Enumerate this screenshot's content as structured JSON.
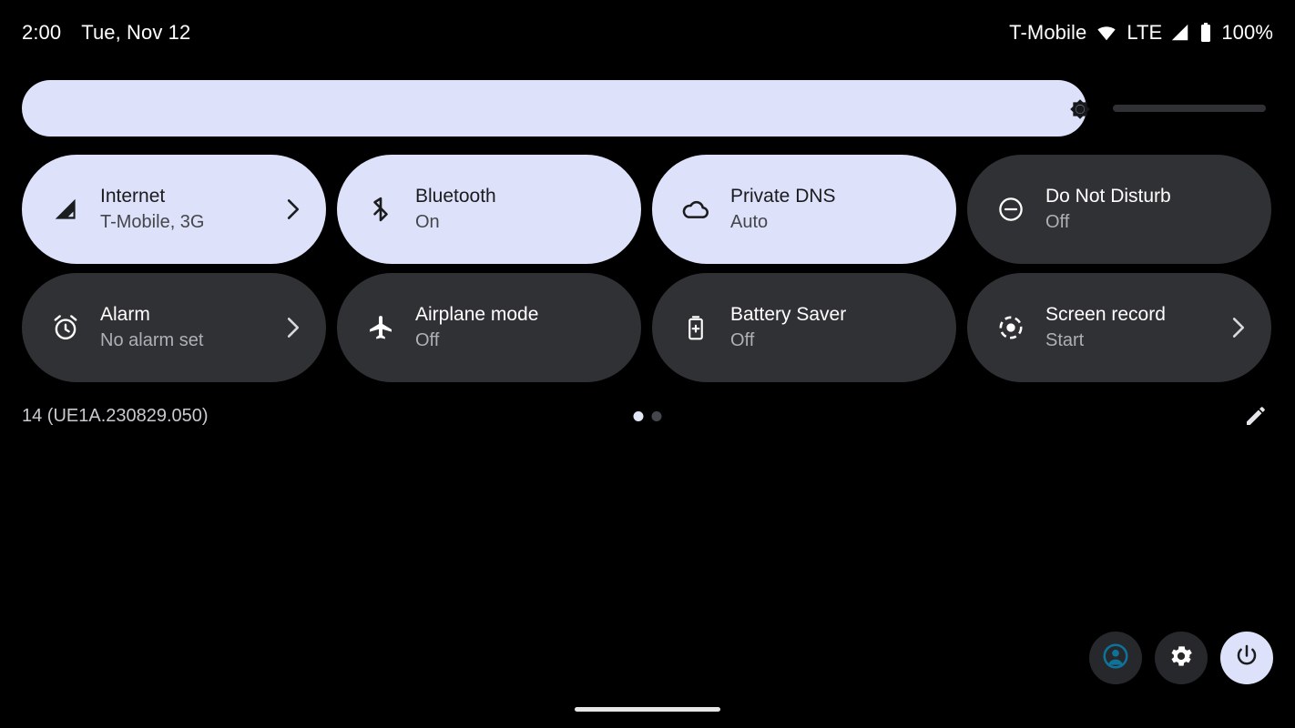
{
  "status_bar": {
    "time": "2:00",
    "date": "Tue, Nov 12",
    "carrier": "T-Mobile",
    "wifi_icon": "wifi-icon",
    "network_type": "LTE",
    "signal_icon": "cellular-signal-icon",
    "battery_icon": "battery-full-icon",
    "battery_level": "100%"
  },
  "brightness": {
    "name": "brightness-slider",
    "icon": "brightness-sun-icon",
    "value_percent": 85
  },
  "tiles": [
    {
      "name": "tile-internet",
      "icon": "cellular-signal-icon",
      "title": "Internet",
      "subtitle": "T-Mobile, 3G",
      "state": "active",
      "chevron": true
    },
    {
      "name": "tile-bluetooth",
      "icon": "bluetooth-icon",
      "title": "Bluetooth",
      "subtitle": "On",
      "state": "active",
      "chevron": false
    },
    {
      "name": "tile-private-dns",
      "icon": "cloud-icon",
      "title": "Private DNS",
      "subtitle": "Auto",
      "state": "active",
      "chevron": false
    },
    {
      "name": "tile-do-not-disturb",
      "icon": "do-not-disturb-icon",
      "title": "Do Not Disturb",
      "subtitle": "Off",
      "state": "inactive",
      "chevron": false
    },
    {
      "name": "tile-alarm",
      "icon": "alarm-clock-icon",
      "title": "Alarm",
      "subtitle": "No alarm set",
      "state": "inactive",
      "chevron": true
    },
    {
      "name": "tile-airplane-mode",
      "icon": "airplane-icon",
      "title": "Airplane mode",
      "subtitle": "Off",
      "state": "inactive",
      "chevron": false
    },
    {
      "name": "tile-battery-saver",
      "icon": "battery-saver-icon",
      "title": "Battery Saver",
      "subtitle": "Off",
      "state": "inactive",
      "chevron": false
    },
    {
      "name": "tile-screen-record",
      "icon": "screen-record-icon",
      "title": "Screen record",
      "subtitle": "Start",
      "state": "inactive",
      "chevron": true
    }
  ],
  "footer": {
    "build_label": "14 (UE1A.230829.050)",
    "pages": {
      "count": 2,
      "active_index": 0
    },
    "edit_icon": "pencil-edit-icon"
  },
  "actions": [
    {
      "name": "user-switcher-button",
      "icon": "account-circle-icon",
      "style": "dark"
    },
    {
      "name": "settings-button",
      "icon": "gear-icon",
      "style": "dark"
    },
    {
      "name": "power-button",
      "icon": "power-icon",
      "style": "light"
    }
  ],
  "nav": {
    "home_indicator": "home-indicator-pill"
  },
  "colors": {
    "background": "#000000",
    "tile_active_bg": "#dde1fa",
    "tile_inactive_bg": "#303134",
    "accent_avatar": "#0f7299",
    "text_on_active": "#1b1c1e",
    "text_on_inactive": "#ffffff"
  }
}
